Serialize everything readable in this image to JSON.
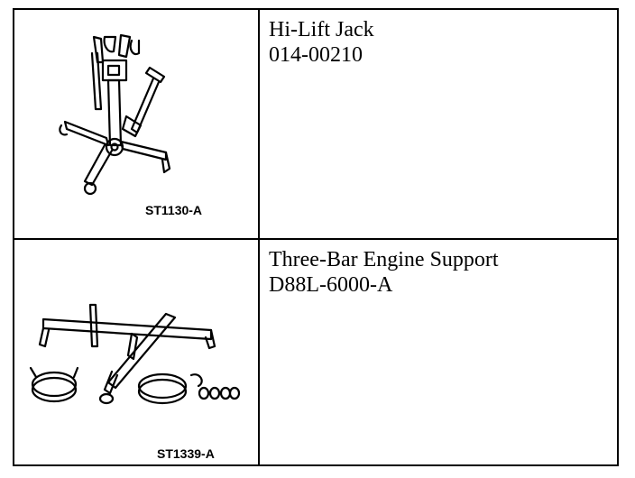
{
  "rows": [
    {
      "tool_name": "Hi-Lift Jack",
      "part_number": "014-00210",
      "image_code": "ST1130-A",
      "image_icon": "hi-lift-jack-illustration"
    },
    {
      "tool_name": "Three-Bar Engine Support",
      "part_number": "D88L-6000-A",
      "image_code": "ST1339-A",
      "image_icon": "engine-support-illustration"
    }
  ]
}
